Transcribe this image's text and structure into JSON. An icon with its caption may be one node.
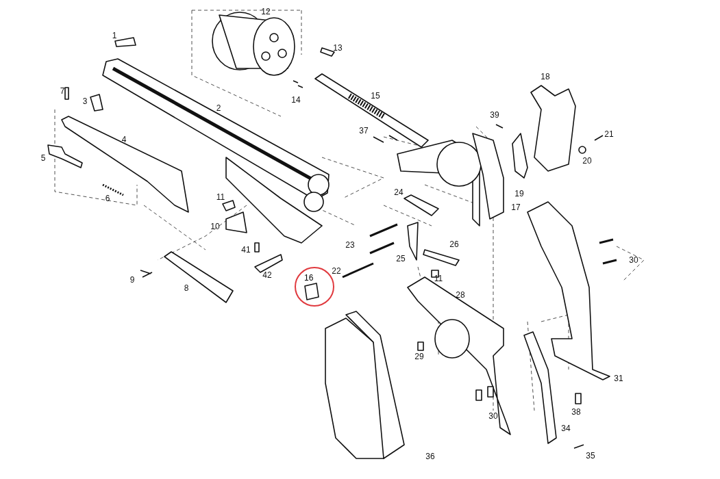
{
  "diagram": {
    "nodes": [
      {
        "text": [
          "16"
        ]
      }
    ],
    "edges": [],
    "labels": [
      "12",
      "1",
      "13",
      "7",
      "3",
      "2",
      "15",
      "14",
      "18",
      "39",
      "37",
      "4",
      "21",
      "5",
      "20",
      "19",
      "6",
      "24",
      "11",
      "17",
      "10",
      "23",
      "26",
      "41",
      "25",
      "30",
      "9",
      "42",
      "22",
      "11",
      "8",
      "28",
      "29",
      "31",
      "30",
      "38",
      "34",
      "36",
      "35"
    ]
  }
}
